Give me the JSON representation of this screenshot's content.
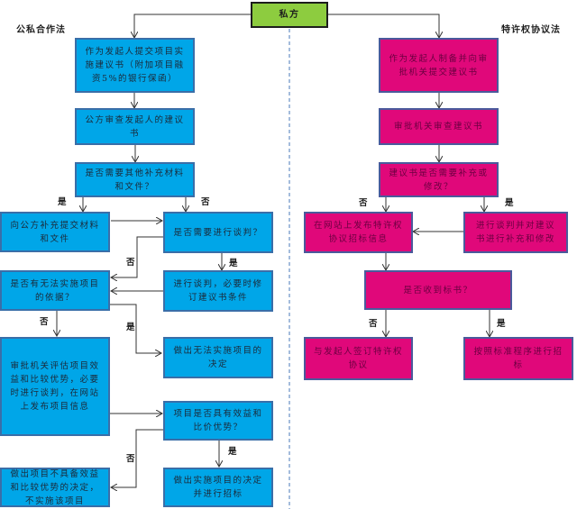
{
  "start": {
    "label": "私方"
  },
  "sections": {
    "left_title": "公私合作法",
    "right_title": "特许权协议法"
  },
  "left": {
    "submit": "作为发起人提交项目实施建议书（附加项目融资5%的银行保函）",
    "review": "公方审查发起人的建议书",
    "need_docs": "是否需要其他补充材料和文件？",
    "supply_docs": "向公方补充提交材料和文件",
    "need_negotiation": "是否需要进行谈判？",
    "negotiate": "进行谈判，必要时修订建议书条件",
    "grounds_infeasible": "是否有无法实施项目的依据？",
    "decide_infeasible": "做出无法实施项目的决定",
    "evaluate": "审批机关评估项目效益和比较优势，必要时进行谈判，在网站上发布项目信息",
    "has_benefit": "项目是否具有效益和比价优势？",
    "decide_no_benefit": "做出项目不具备效益和比较优势的决定，不实施该项目",
    "decide_implement": "做出实施项目的决定并进行招标"
  },
  "right": {
    "prepare": "作为发起人制备并向审批机关提交建议书",
    "review": "审批机关审查建议书",
    "need_changes": "建议书是否需要补充或修改？",
    "publish": "在网站上发布特许权协议招标信息",
    "negotiate_modify": "进行谈判并对建议书进行补充和修改",
    "bids_received": "是否收到标书？",
    "sign_agreement": "与发起人签订特许权协议",
    "standard_tender": "按照标准程序进行招标"
  },
  "edge_labels": {
    "yes": "是",
    "no": "否"
  },
  "colors": {
    "start_fill": "#8dcc3f",
    "left_fill": "#00a6e8",
    "right_fill": "#e0087a",
    "divider": "#4a7ab8"
  }
}
